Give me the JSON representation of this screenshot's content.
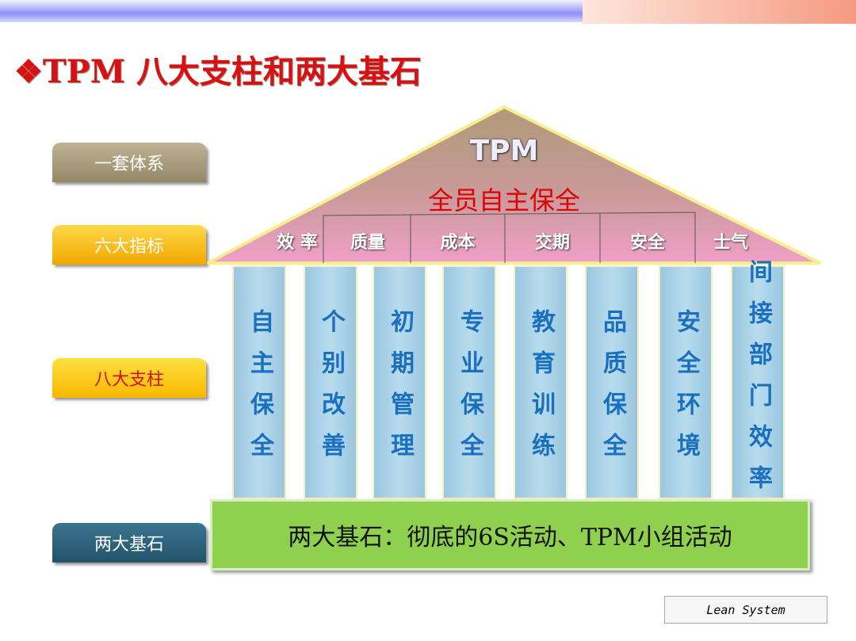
{
  "title": "❖TPM  八大支柱和两大基石",
  "labels": {
    "system": "一套体系",
    "indicators": "六大指标",
    "pillars": "八大支柱",
    "foundation": "两大基石"
  },
  "roof": {
    "title": "TPM",
    "subtitle": "全员自主保全"
  },
  "indicators": [
    "效 率",
    "质量",
    "成本",
    "交期",
    "安全",
    "士气"
  ],
  "pillars": [
    "自主保全",
    "个别改善",
    "初期管理",
    "专业保全",
    "教育训练",
    "品质保全",
    "安全环境",
    "间接部门效率"
  ],
  "foundation_text": "两大基石：彻底的6S活动、TPM小组活动",
  "footer": "Lean System",
  "colors": {
    "title": "#d81010",
    "pillar_text": "#1a6fbf",
    "foundation": "#8fd14f"
  }
}
